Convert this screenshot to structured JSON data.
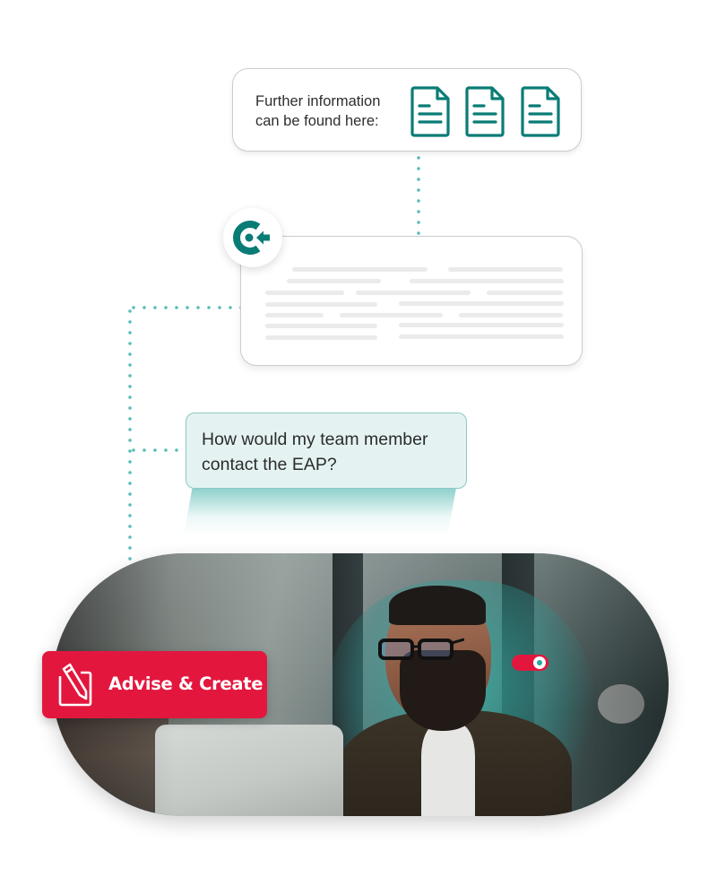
{
  "info_card": {
    "text": "Further information can be found here:",
    "documents": [
      {
        "icon": "document-icon"
      },
      {
        "icon": "document-icon"
      },
      {
        "icon": "document-icon"
      }
    ]
  },
  "logo_badge": {
    "icon": "brand-logo-icon"
  },
  "document_preview": {
    "icon": "text-placeholder-lines"
  },
  "chat": {
    "question": "How would my team member contact the EAP?"
  },
  "hero": {
    "action_button": {
      "label": "Advise & Create",
      "icon": "pencil-note-icon"
    },
    "toggle": {
      "state": "on"
    }
  },
  "colors": {
    "teal_dark": "#0a7c76",
    "teal_dots": "#5cbcb7",
    "chat_bg": "#e4f3f2",
    "chat_border": "#8cc9c5",
    "accent_red": "#e3173e",
    "placeholder": "#ebebeb",
    "text": "#2e2e2e"
  }
}
